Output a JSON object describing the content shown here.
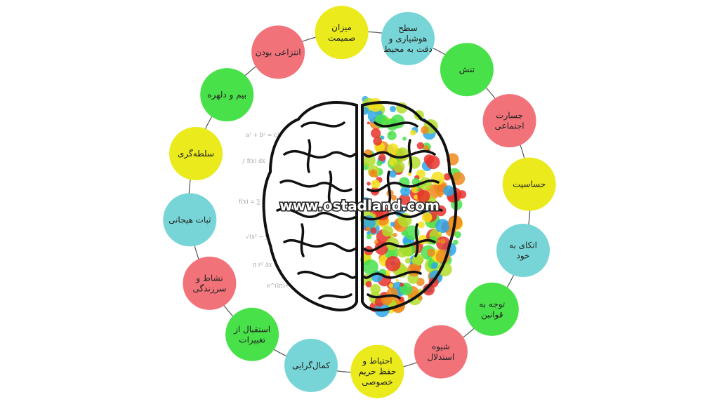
{
  "colors": {
    "red": "#f2727a",
    "yellow": "#eaea1c",
    "green": "#49e14a",
    "cyan": "#78d5d7",
    "ring": "#555555",
    "brain_outline": "#111111"
  },
  "watermark": "www.ostadland.com",
  "nodes": [
    {
      "lines": [
        "میزان",
        "صمیمت"
      ],
      "color": "yellow"
    },
    {
      "lines": [
        "سطح",
        "هوشیاری و",
        "دقت به محیط"
      ],
      "color": "cyan"
    },
    {
      "lines": [
        "تنش"
      ],
      "color": "green"
    },
    {
      "lines": [
        "جسارت",
        "اجتماعی"
      ],
      "color": "red"
    },
    {
      "lines": [
        "حساسیت"
      ],
      "color": "yellow"
    },
    {
      "lines": [
        "اتکای به",
        "خود"
      ],
      "color": "cyan"
    },
    {
      "lines": [
        "توجه به",
        "قوانین"
      ],
      "color": "green"
    },
    {
      "lines": [
        "شیوه",
        "استدلال"
      ],
      "color": "red"
    },
    {
      "lines": [
        "احتیاط و",
        "حفظ حریم",
        "خصوصی"
      ],
      "color": "yellow"
    },
    {
      "lines": [
        "کمال‌گرایی"
      ],
      "color": "cyan"
    },
    {
      "lines": [
        "استقبال از",
        "تغییرات"
      ],
      "color": "green"
    },
    {
      "lines": [
        "نشاط و",
        "سرزندگی"
      ],
      "color": "red"
    },
    {
      "lines": [
        "ثبات هیجانی"
      ],
      "color": "cyan"
    },
    {
      "lines": [
        "سلطه‌گری"
      ],
      "color": "yellow"
    },
    {
      "lines": [
        "بیم و دلهره"
      ],
      "color": "green"
    },
    {
      "lines": [
        "انتزاعی بودن"
      ],
      "color": "red"
    }
  ]
}
